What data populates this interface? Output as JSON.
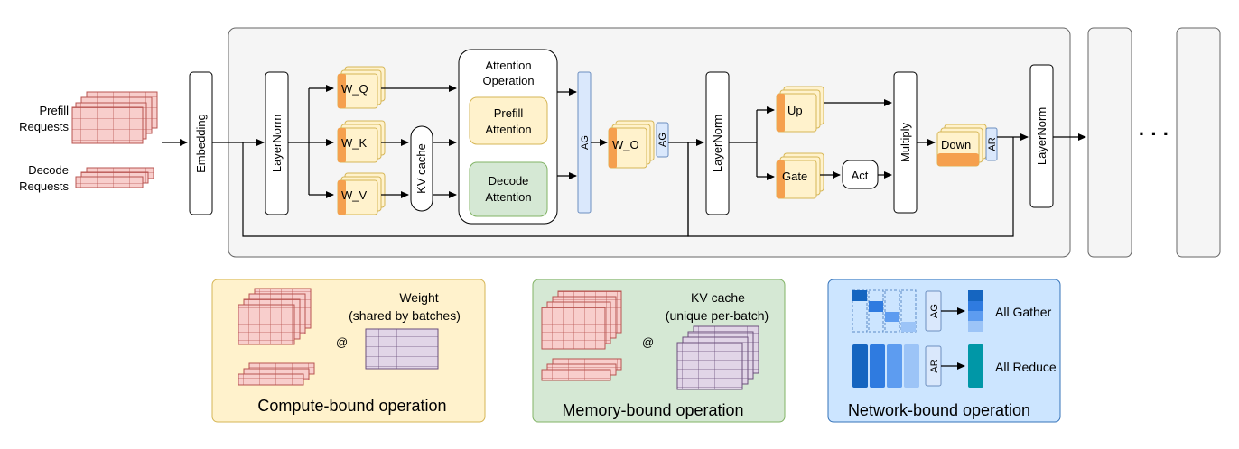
{
  "inputs": {
    "prefill_line1": "Prefill",
    "prefill_line2": "Requests",
    "decode_line1": "Decode",
    "decode_line2": "Requests"
  },
  "layer": {
    "embedding": "Embedding",
    "layernorm_1": "LayerNorm",
    "w_q": "W_Q",
    "w_k": "W_K",
    "w_v": "W_V",
    "kv_cache": "KV cache",
    "attention_op_line1": "Attention",
    "attention_op_line2": "Operation",
    "prefill_attn_line1": "Prefill",
    "prefill_attn_line2": "Attention",
    "decode_attn_line1": "Decode",
    "decode_attn_line2": "Attention",
    "ag_bar": "AG",
    "w_o": "W_O",
    "ag_small": "AG",
    "layernorm_2": "LayerNorm",
    "up": "Up",
    "gate": "Gate",
    "act": "Act",
    "multiply": "Multiply",
    "down": "Down",
    "ar_small": "AR",
    "layernorm_3": "LayerNorm",
    "ellipsis": "· · ·"
  },
  "legend": {
    "compute": {
      "weight_line1": "Weight",
      "weight_line2": "(shared by batches)",
      "at": "@",
      "caption": "Compute-bound operation"
    },
    "memory": {
      "kv_line1": "KV cache",
      "kv_line2": "(unique per-batch)",
      "at": "@",
      "caption": "Memory-bound operation"
    },
    "network": {
      "ag": "AG",
      "all_gather": "All Gather",
      "ar": "AR",
      "all_reduce": "All Reduce",
      "caption": "Network-bound operation"
    }
  },
  "colors": {
    "request_fill": "#f8cecc",
    "request_stroke": "#b85450",
    "weight_fill": "#fff2cc",
    "weight_tab": "#f5a04e",
    "prefill_attn_fill": "#fff2cc",
    "decode_attn_fill": "#d5e8d4",
    "comm_fill": "#dae8fc",
    "comm_stroke": "#6c8ebf",
    "layer_bg": "#f5f5f5",
    "compute_panel": "#fff2cc",
    "memory_panel": "#d5e8d4",
    "network_panel": "#cce5ff",
    "kv_fill": "#e1d5e7",
    "net_dark": "#1565c0",
    "net_teal": "#0097a7"
  }
}
